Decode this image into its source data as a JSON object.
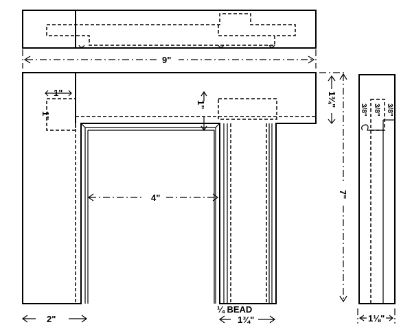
{
  "title": "Mantel frame construction drawing",
  "dimensions": {
    "overall_width": "9\"",
    "stile_overlap": "1\"",
    "rail_joint": "1\"",
    "opening_drop": "1\"",
    "opening_width": "4\"",
    "leg_width": "2\"",
    "bead": "¼ BEAD",
    "right_leg_width": "1¾\"",
    "top_height": "1¾\"",
    "overall_height": "7\"",
    "side_parts": [
      "3/8\"",
      "3/8\"",
      "3/8\""
    ],
    "side_thickness": "1⅛\""
  }
}
